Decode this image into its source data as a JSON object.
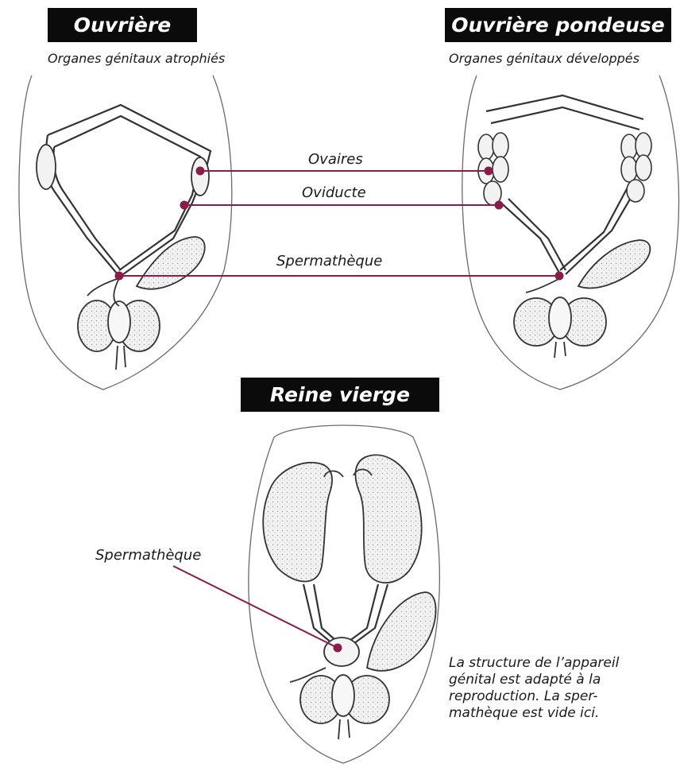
{
  "panels": {
    "worker": {
      "title": "Ouvrière",
      "subtitle": "Organes génitaux atrophiés"
    },
    "laying_worker": {
      "title": "Ouvrière pondeuse",
      "subtitle": "Organes génitaux développés"
    },
    "virgin_queen": {
      "title": "Reine vierge"
    }
  },
  "labels": {
    "ovaries": "Ovaires",
    "oviduct": "Oviducte",
    "spermatheca": "Spermathèque",
    "spermatheca_queen": "Spermathèque"
  },
  "note": {
    "lines": [
      "La structure de l’appareil",
      "génital est adapté à la",
      "reproduction. La sper-",
      "mathèque est vide ici."
    ]
  },
  "colors": {
    "pointer": "#8b1c4a",
    "title_bg": "#0b0b0b",
    "ink": "#2a2a2a",
    "organ_fill": "#efefef"
  }
}
